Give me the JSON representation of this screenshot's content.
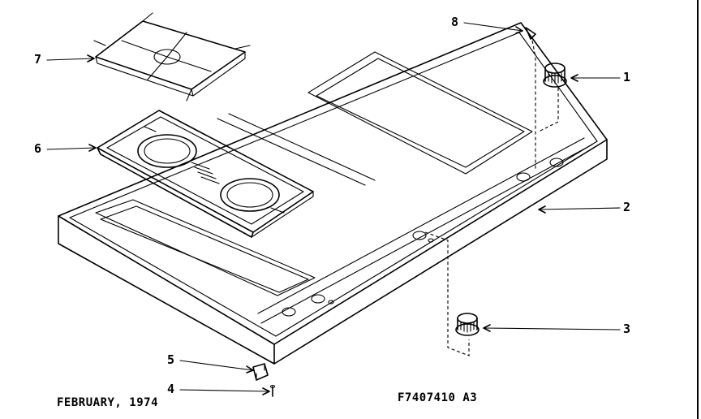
{
  "callouts": {
    "n1": "1",
    "n2": "2",
    "n3": "3",
    "n4": "4",
    "n5": "5",
    "n6": "6",
    "n7": "7",
    "n8": "8"
  },
  "footer": {
    "date": "FEBRUARY, 1974",
    "drawing_number": "F7407410 A3"
  }
}
